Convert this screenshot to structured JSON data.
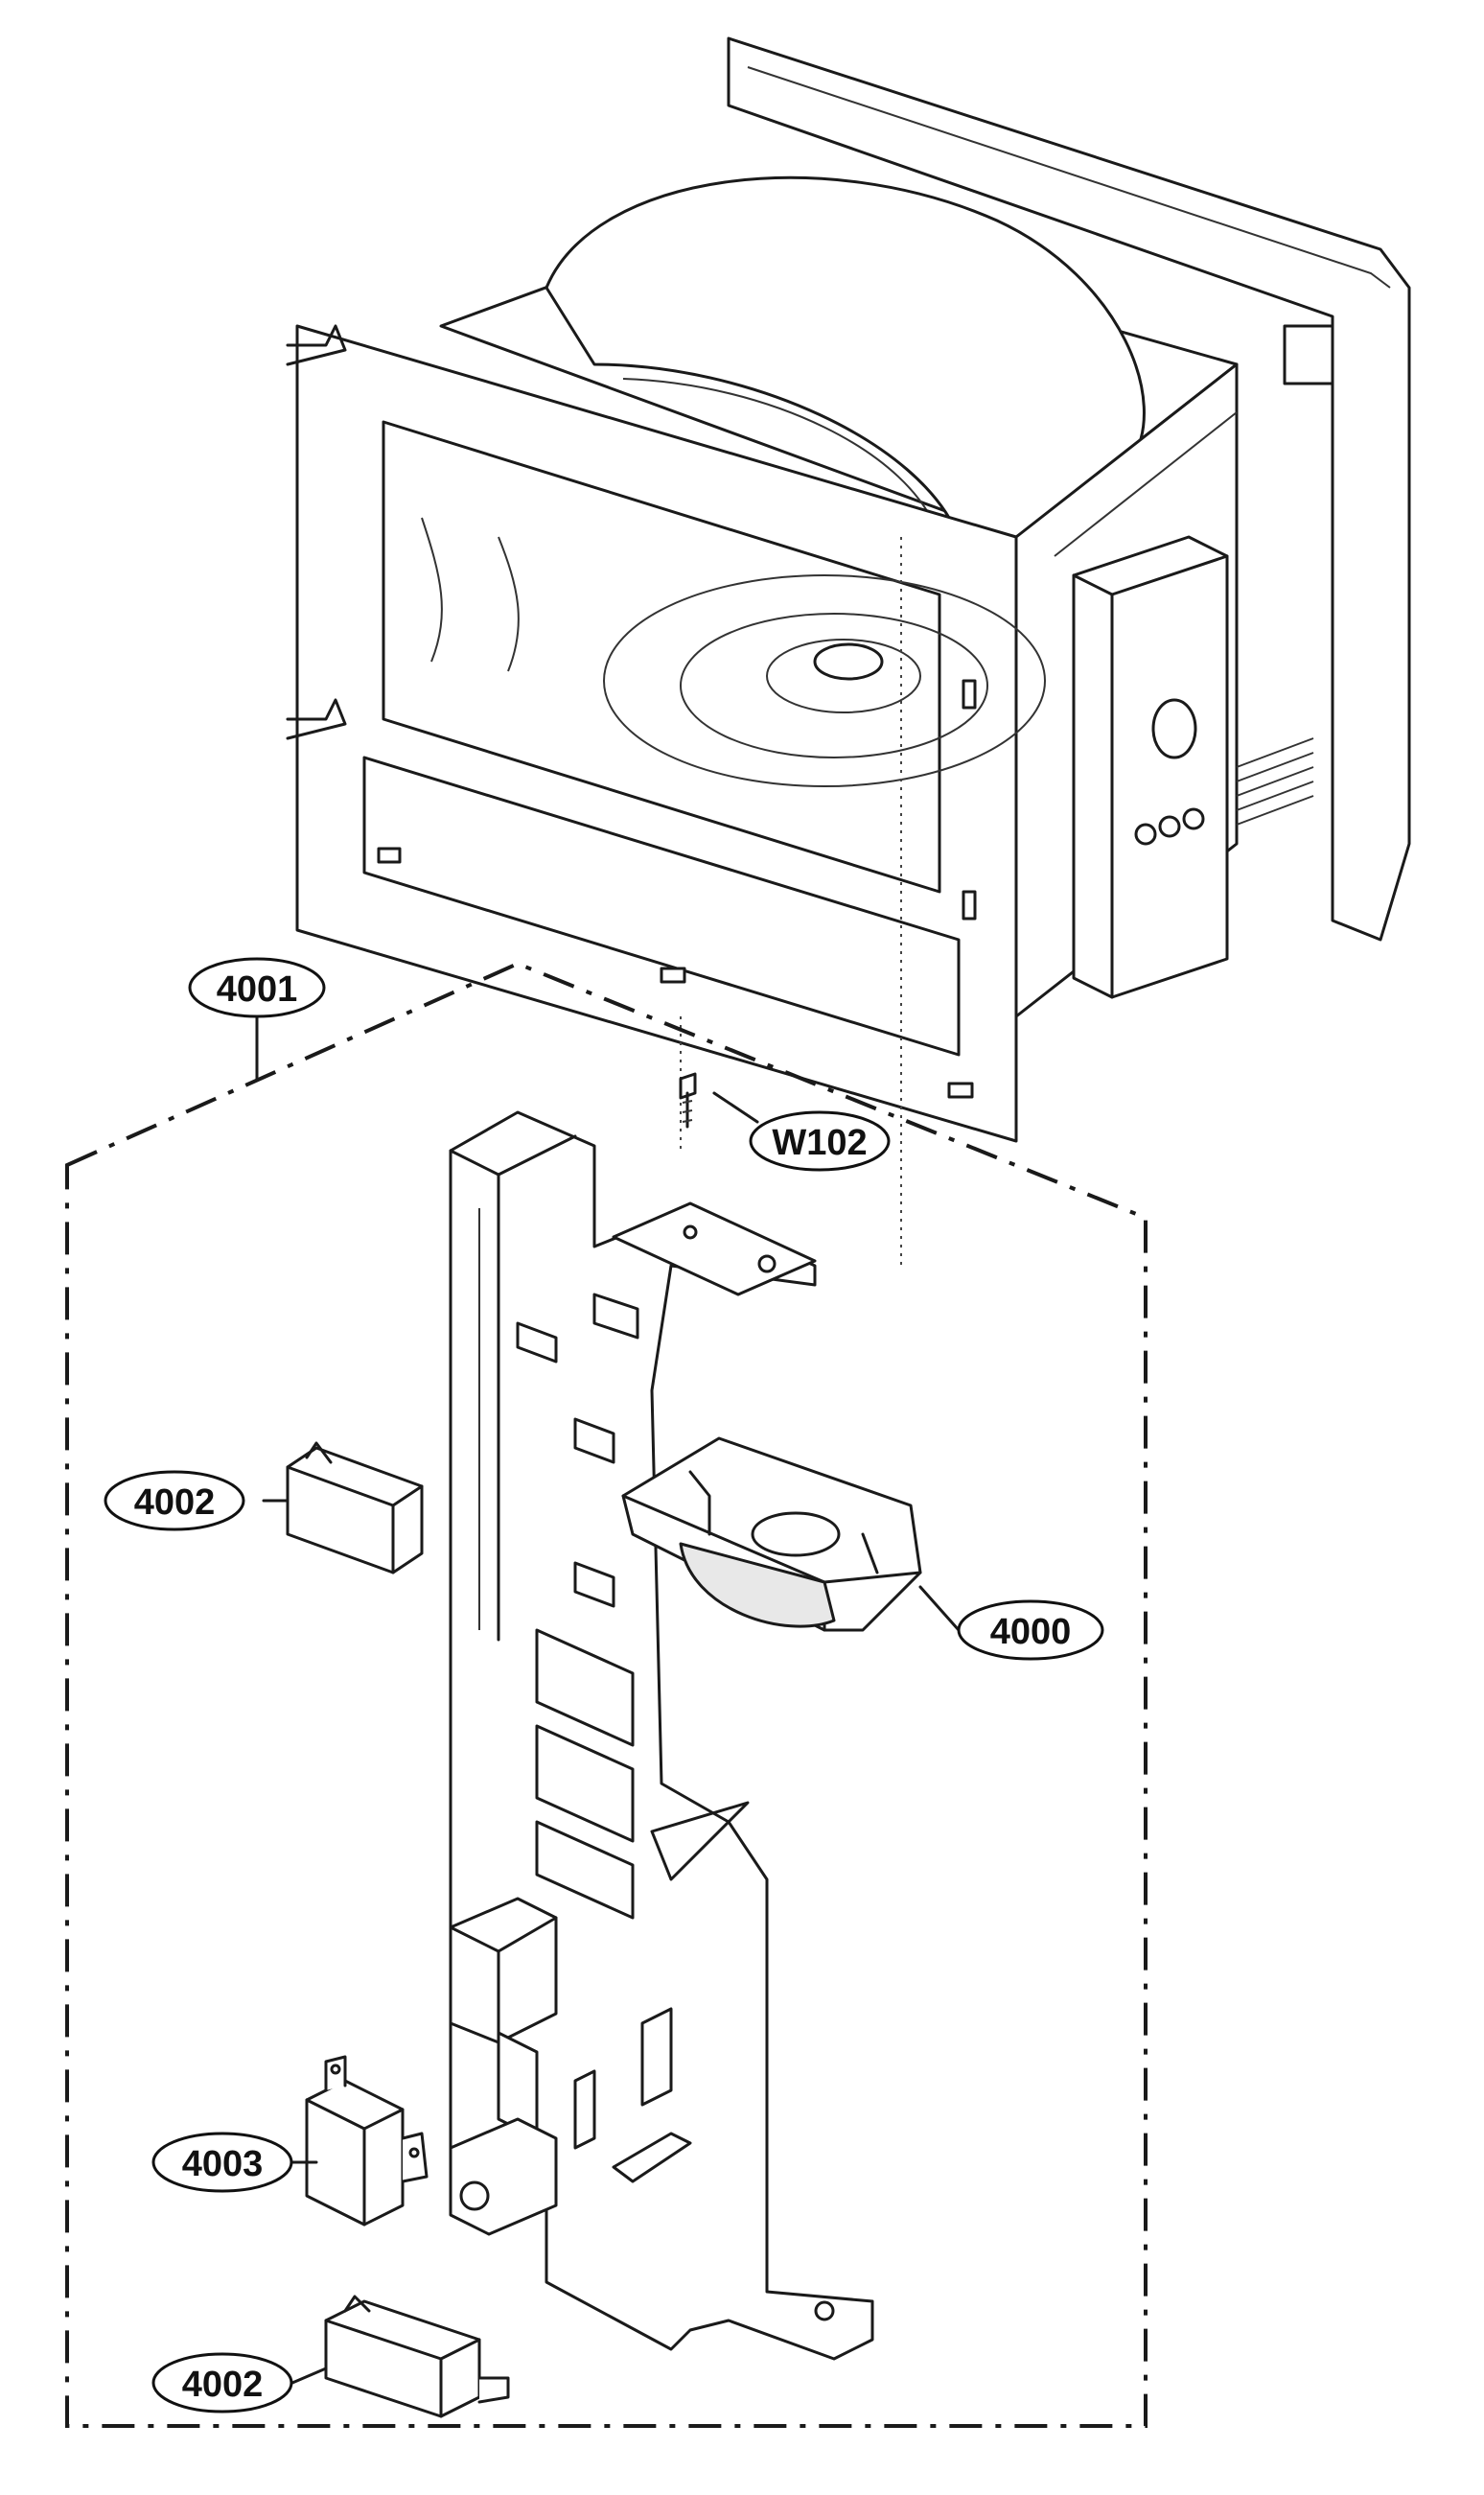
{
  "callouts": {
    "c4001": "4001",
    "w102": "W102",
    "c4002_top": "4002",
    "c4000": "4000",
    "c4003": "4003",
    "c4002_bottom": "4002"
  }
}
